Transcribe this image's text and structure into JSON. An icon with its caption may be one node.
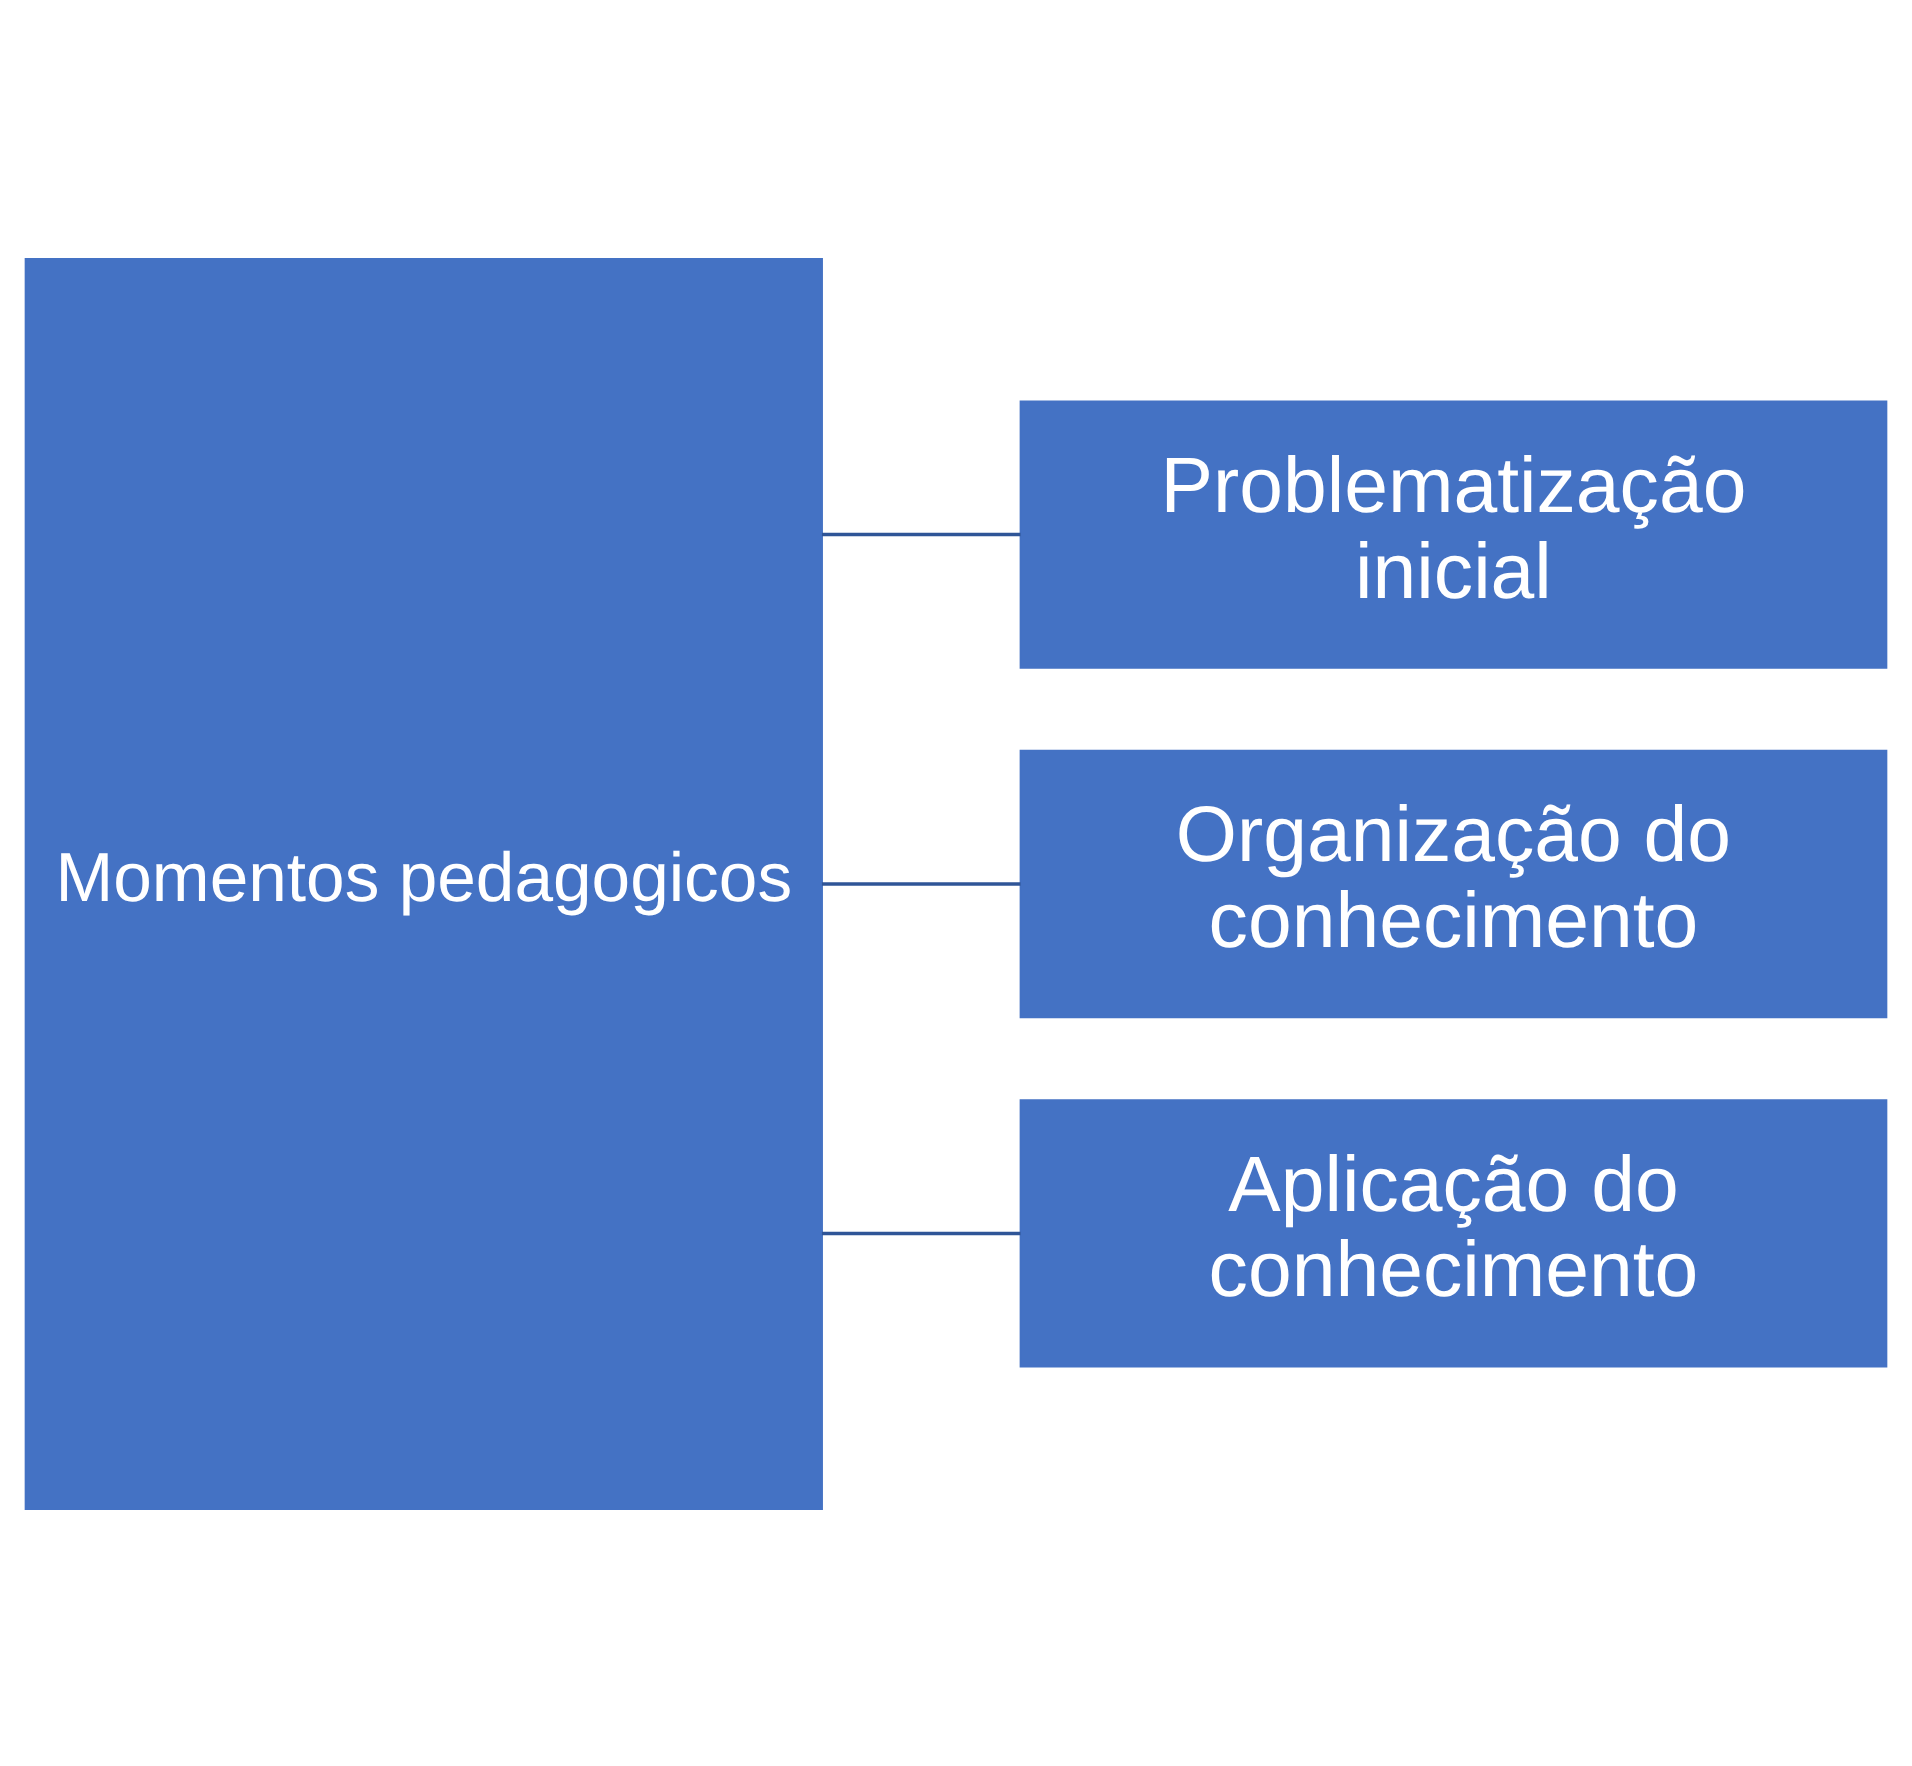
{
  "diagram": {
    "nodes": [
      {
        "text": [
          "Momentos pedagogicos"
        ]
      },
      {
        "text": [
          "Problematização inicial"
        ]
      },
      {
        "text": [
          "Organização do conhecimento"
        ]
      },
      {
        "text": [
          "Aplicação do conhecimento"
        ]
      }
    ],
    "edges": [
      {
        "from": 0,
        "to": 1,
        "arrow": "none"
      },
      {
        "from": 0,
        "to": 2,
        "arrow": "none"
      },
      {
        "from": 0,
        "to": 3,
        "arrow": "none"
      }
    ]
  }
}
